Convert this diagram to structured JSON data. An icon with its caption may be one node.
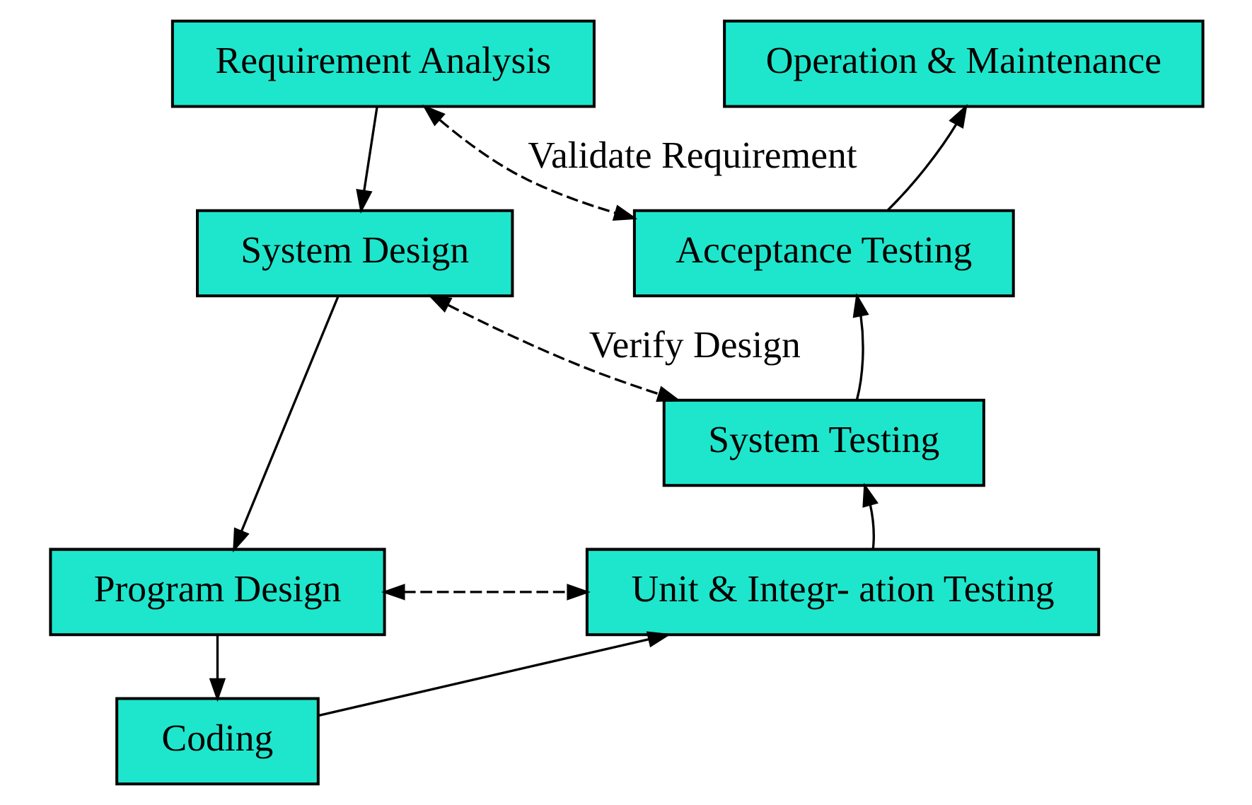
{
  "diagram": {
    "nodes": [
      {
        "text": [
          "Requirement Analysis"
        ]
      },
      {
        "text": [
          "System Design"
        ]
      },
      {
        "text": [
          "Program Design"
        ]
      },
      {
        "text": [
          "Coding"
        ]
      },
      {
        "text": [
          "Unit & Integr- ation Testing"
        ]
      },
      {
        "text": [
          "System Testing"
        ]
      },
      {
        "text": [
          "Acceptance Testing"
        ]
      },
      {
        "text": [
          "Operation & Maintenance"
        ]
      }
    ],
    "edges": [
      {
        "from": 0,
        "to": 1,
        "arrow": "to"
      },
      {
        "from": 1,
        "to": 2,
        "arrow": "to"
      },
      {
        "from": 2,
        "to": 3,
        "arrow": "to"
      },
      {
        "from": 3,
        "to": 4,
        "arrow": "to"
      },
      {
        "from": 4,
        "to": 5,
        "arrow": "to"
      },
      {
        "from": 5,
        "to": 6,
        "arrow": "to"
      },
      {
        "from": 6,
        "to": 7,
        "arrow": "to"
      },
      {
        "from": 0,
        "to": 6,
        "arrow": "both",
        "style": "dashed",
        "label": "Validate Requirement"
      },
      {
        "from": 1,
        "to": 5,
        "arrow": "both",
        "style": "dashed",
        "label": "Verify Design"
      },
      {
        "from": 2,
        "to": 4,
        "arrow": "both",
        "style": "dashed"
      }
    ]
  }
}
